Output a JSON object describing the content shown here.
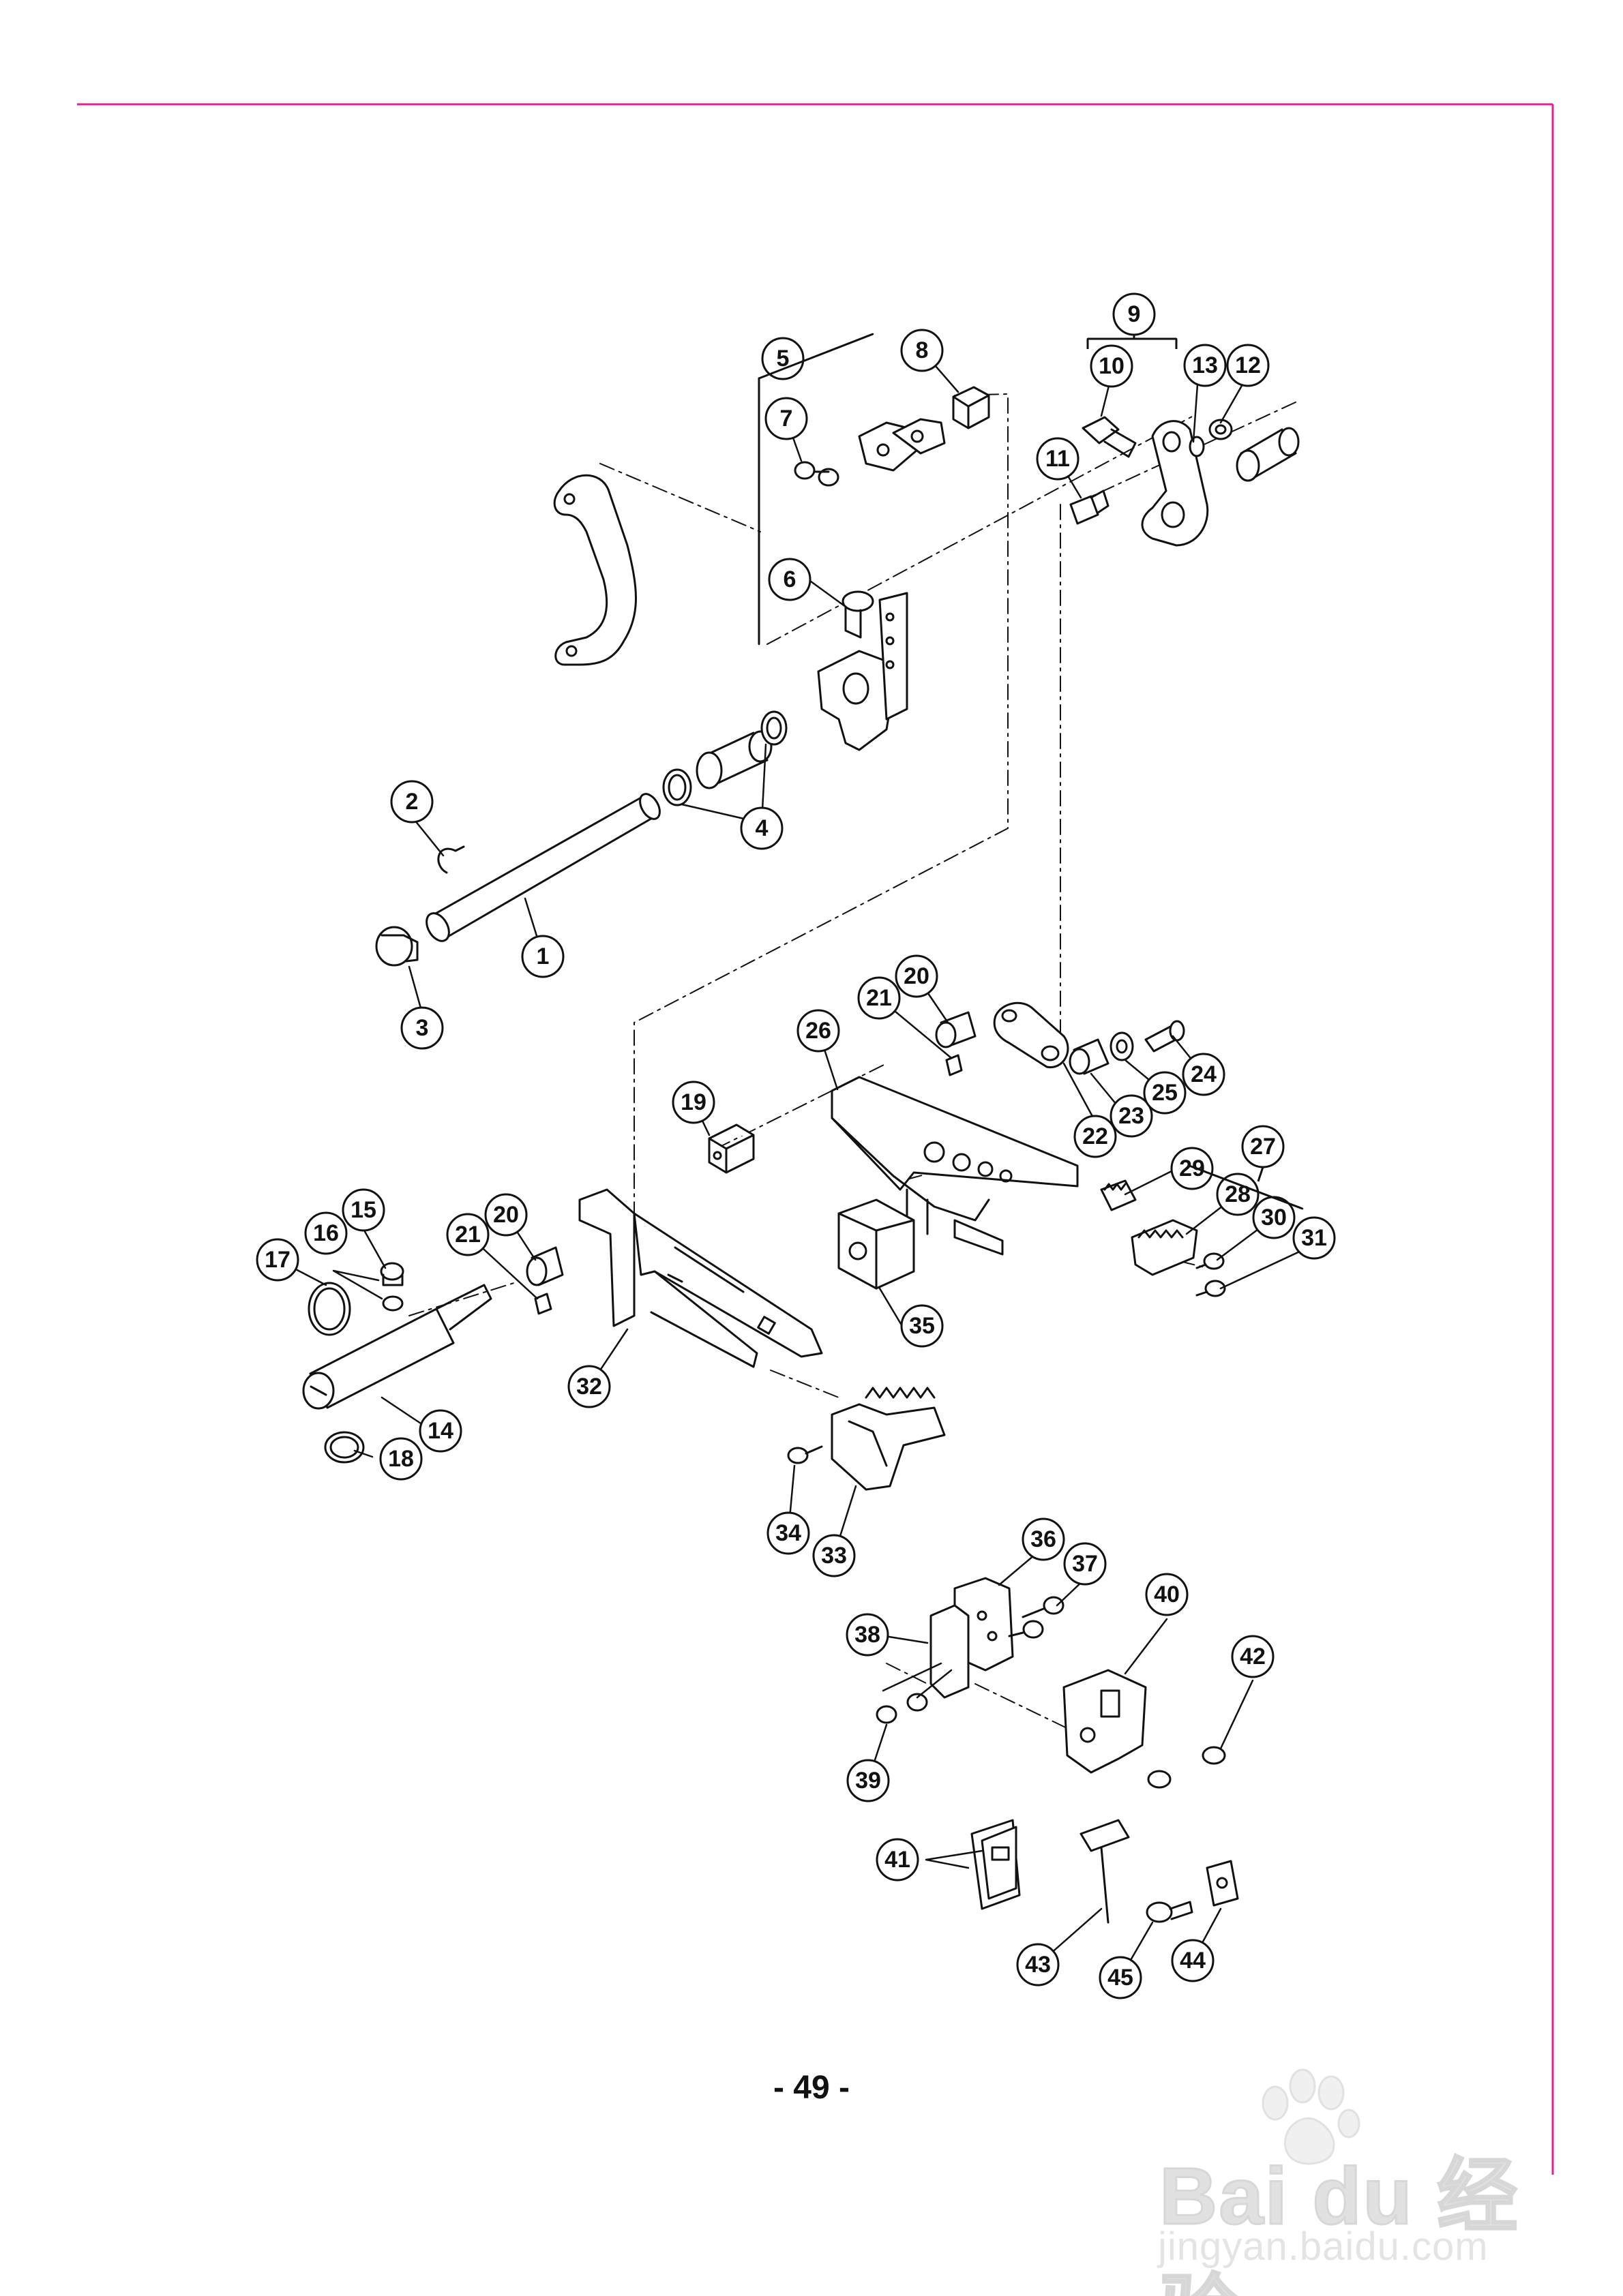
{
  "page": {
    "number_label": "- 49 -",
    "border_color": "#e0218a"
  },
  "callouts": [
    "1",
    "2",
    "3",
    "4",
    "5",
    "6",
    "7",
    "8",
    "9",
    "10",
    "11",
    "12",
    "13",
    "14",
    "15",
    "16",
    "17",
    "18",
    "19",
    "20",
    "21",
    "22",
    "23",
    "24",
    "25",
    "26",
    "27",
    "28",
    "29",
    "30",
    "31",
    "32",
    "33",
    "34",
    "35",
    "36",
    "37",
    "38",
    "39",
    "40",
    "41",
    "42",
    "43",
    "44",
    "45"
  ],
  "repeated_callouts": {
    "20b": "20",
    "21b": "21"
  },
  "watermark": {
    "brand": "Bai du 经验",
    "url": "jingyan.baidu.com",
    "icon": "paw-icon"
  }
}
